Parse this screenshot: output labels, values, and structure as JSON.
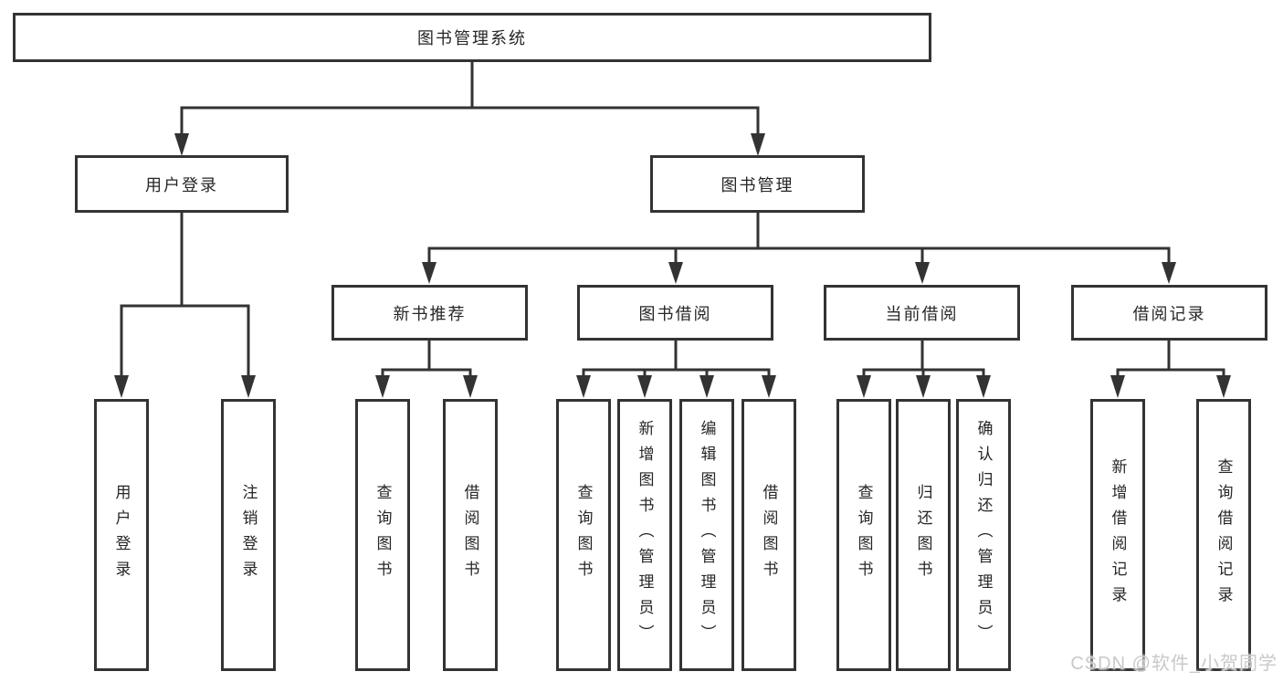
{
  "colors": {
    "line": "#333333",
    "box_border": "#333333",
    "box_background": "#ffffff",
    "text": "#262626",
    "watermark": "#c9c9c9",
    "background": "#ffffff"
  },
  "watermark": "CSDN @软件_小贺同学",
  "tree": {
    "root": {
      "label": "图书管理系统",
      "children": [
        {
          "label": "用户登录",
          "children": [
            {
              "label": "用户登录"
            },
            {
              "label": "注销登录"
            }
          ]
        },
        {
          "label": "图书管理",
          "children": [
            {
              "label": "新书推荐",
              "children": [
                {
                  "label": "查询图书"
                },
                {
                  "label": "借阅图书"
                }
              ]
            },
            {
              "label": "图书借阅",
              "children": [
                {
                  "label": "查询图书"
                },
                {
                  "label": "新增图书（管理员）"
                },
                {
                  "label": "编辑图书（管理员）"
                },
                {
                  "label": "借阅图书"
                }
              ]
            },
            {
              "label": "当前借阅",
              "children": [
                {
                  "label": "查询图书"
                },
                {
                  "label": "归还图书"
                },
                {
                  "label": "确认归还（管理员）"
                }
              ]
            },
            {
              "label": "借阅记录",
              "children": [
                {
                  "label": "新增借阅记录"
                },
                {
                  "label": "查询借阅记录"
                }
              ]
            }
          ]
        }
      ]
    }
  }
}
